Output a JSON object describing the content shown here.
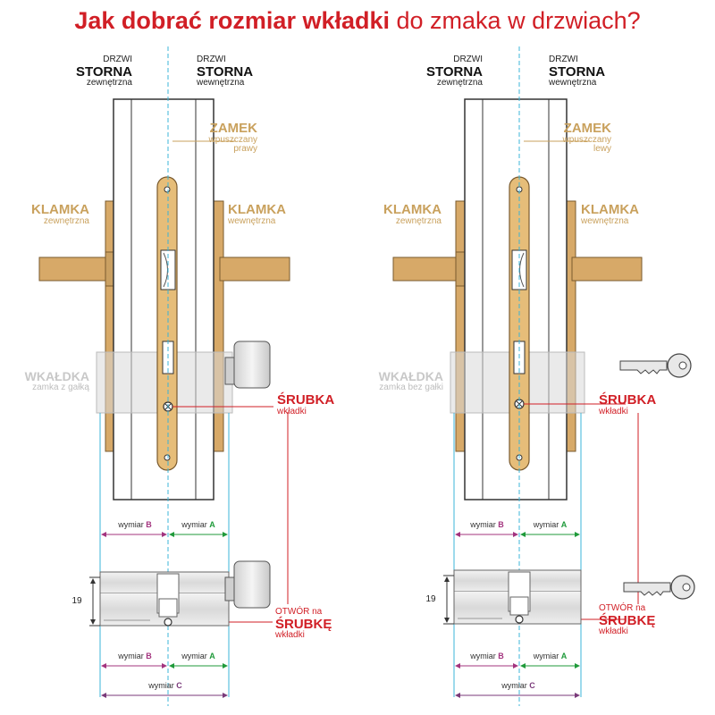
{
  "title": {
    "bold": "Jak dobrać rozmiar wkładki",
    "rest": "do zmaka w drzwiach?"
  },
  "colors": {
    "accent_red": "#d11f26",
    "gold": "#c9a15d",
    "purple_b": "#a3337e",
    "green_a": "#1f9a3a",
    "purple_c": "#7a3a7a",
    "cyan_guides": "#3bb4d8"
  },
  "door": {
    "outer_prefix": "DRZWI",
    "outer_main": "STORNA",
    "outer_suffix": "zewnętrzna",
    "inner_prefix": "DRZWI",
    "inner_main": "STORNA",
    "inner_suffix": "wewnętrzna"
  },
  "left": {
    "lock_title": "ZAMEK",
    "lock_sub1": "wpuszczany",
    "lock_sub2": "prawy",
    "handle_out_title": "KLAMKA",
    "handle_out_sub": "zewnętrzna",
    "handle_in_title": "KLAMKA",
    "handle_in_sub": "wewnętrzna",
    "cyl_title": "WKAŁDKA",
    "cyl_sub": "zamka z gałką",
    "screw_title": "ŚRUBKA",
    "screw_sub": "wkładki",
    "dim_b_prefix": "wymiar",
    "dim_b_letter": "B",
    "dim_a_prefix": "wymiar",
    "dim_a_letter": "A",
    "dim_c_prefix": "wymiar",
    "dim_c_letter": "C",
    "height_value": "19",
    "hole_line1": "OTWÓR na",
    "hole_title": "ŚRUBKĘ",
    "hole_sub": "wkładki"
  },
  "right": {
    "lock_title": "ZAMEK",
    "lock_sub1": "wpuszczany",
    "lock_sub2": "lewy",
    "handle_out_title": "KLAMKA",
    "handle_out_sub": "zewnętrzna",
    "handle_in_title": "KLAMKA",
    "handle_in_sub": "wewnętrzna",
    "cyl_title": "WKAŁDKA",
    "cyl_sub": "zamka bez gałki",
    "screw_title": "ŚRUBKA",
    "screw_sub": "wkładki",
    "dim_b_prefix": "wymiar",
    "dim_b_letter": "B",
    "dim_a_prefix": "wymiar",
    "dim_a_letter": "A",
    "dim_c_prefix": "wymiar",
    "dim_c_letter": "C",
    "height_value": "19",
    "hole_line1": "OTWÓR na",
    "hole_title": "ŚRUBKĘ",
    "hole_sub": "wkładki"
  },
  "icons": {
    "left_knob": "thumb-turn-knob-icon",
    "right_key": "key-icon"
  }
}
